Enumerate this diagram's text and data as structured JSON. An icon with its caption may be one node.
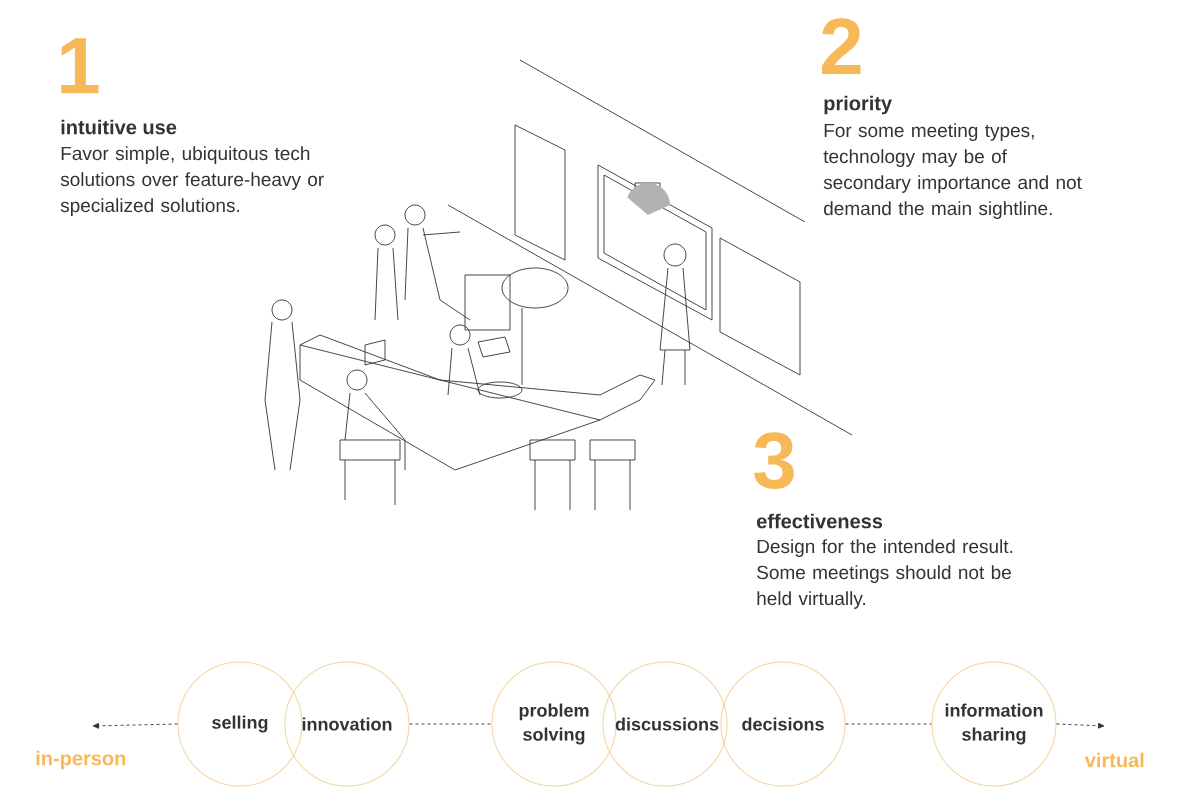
{
  "diagram": {
    "nodes": [
      {
        "text": [
          "selling"
        ]
      },
      {
        "text": [
          "innovation"
        ]
      },
      {
        "text": [
          "problem solving"
        ]
      },
      {
        "text": [
          "discussions"
        ]
      },
      {
        "text": [
          "decisions"
        ]
      },
      {
        "text": [
          "information sharing"
        ]
      }
    ],
    "edges": [
      {
        "from": 0,
        "to": null,
        "arrow": "to",
        "style": "dashed"
      },
      {
        "from": 1,
        "to": 2,
        "arrow": "none",
        "style": "dashed"
      },
      {
        "from": 4,
        "to": 5,
        "arrow": "none",
        "style": "dashed"
      },
      {
        "from": 5,
        "to": null,
        "arrow": "to",
        "style": "dashed"
      }
    ],
    "labels": [
      "1",
      "intuitive use",
      "Favor simple, ubiquitous tech solutions over feature-heavy or specialized  solutions.",
      "2",
      "priority",
      "For some meeting types, technology may be of secondary importance and not demand the main sightline.",
      "3",
      "effectiveness",
      "Design for the intended result. Some meetings should not be held virtually.",
      "in-person",
      "virtual"
    ]
  }
}
